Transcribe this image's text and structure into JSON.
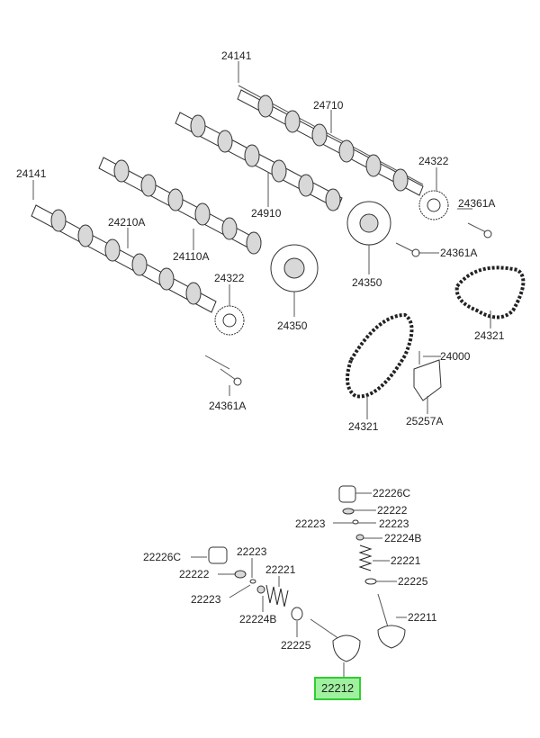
{
  "labels": {
    "p24141_top": "24141",
    "p24710": "24710",
    "p24322_right": "24322",
    "p24361A_r1": "24361A",
    "p24910": "24910",
    "p24141_left": "24141",
    "p24210A": "24210A",
    "p24110A": "24110A",
    "p24361A_r2": "24361A",
    "p24350_right": "24350",
    "p24322_left": "24322",
    "p24350_mid": "24350",
    "p24321_right": "24321",
    "p24000": "24000",
    "p24361A_bottom": "24361A",
    "p24321_mid": "24321",
    "p25257A": "25257A",
    "p22226C_right": "22226C",
    "p22222_right": "22222",
    "p22223_rl": "22223",
    "p22223_rr": "22223",
    "p22224B_right": "22224B",
    "p22221_right": "22221",
    "p22225_right": "22225",
    "p22211": "22211",
    "p22226C_left": "22226C",
    "p22223_lt": "22223",
    "p22222_left": "22222",
    "p22221_left": "22221",
    "p22223_lb": "22223",
    "p22224B_left": "22224B",
    "p22225_left": "22225",
    "p22212": "22212"
  },
  "colors": {
    "highlight_border": "#33cc33",
    "highlight_fill": "#9ff09f",
    "line": "#555555"
  }
}
